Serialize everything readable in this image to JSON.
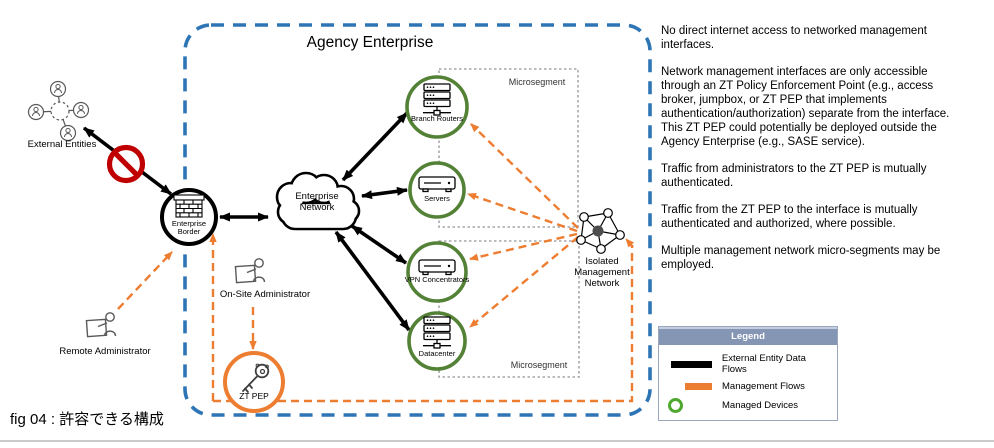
{
  "title": "Agency Enterprise",
  "caption": "fig 04 : 許容できる構成",
  "nodes": {
    "external_entities": "External Entities",
    "enterprise_border": "Enterprise Border",
    "enterprise_network": "Enterprise Network",
    "branch_routers": "Branch Routers",
    "servers": "Servers",
    "vpn_concentrators": "VPN Concentrators",
    "datacenter": "Datacenter",
    "isolated_management_network": "Isolated Management Network",
    "on_site_administrator": "On-Site Administrator",
    "remote_administrator": "Remote Administrator",
    "zt_pep": "ZT PEP",
    "microsegment_top": "Microsegment",
    "microsegment_bottom": "Microsegment"
  },
  "notes": [
    "No direct internet access to networked management interfaces.",
    "Network management interfaces are only accessible through an ZT Policy Enforcement Point (e.g., access broker, jumpbox, or ZT PEP that implements authentication/authorization) separate from the interface. This ZT PEP could potentially be deployed outside the Agency Enterprise (e.g., SASE service).",
    "Traffic from administrators to the ZT PEP is mutually authenticated.",
    "Traffic from the ZT PEP to the interface is mutually authenticated and authorized, where possible.",
    "Multiple management network micro-segments may be employed."
  ],
  "legend": {
    "title": "Legend",
    "items": [
      {
        "label": "External Entity Data Flows",
        "swatch": "black-line",
        "color": "#000000"
      },
      {
        "label": "Management Flows",
        "swatch": "orange-line",
        "color": "#ED7D31"
      },
      {
        "label": "Managed Devices",
        "swatch": "green-ring",
        "color": "#4EA72E"
      }
    ]
  },
  "icons": {
    "external_entities": "people-network-icon",
    "enterprise_border": "firewall-brick-icon",
    "enterprise_network": "cloud-icon",
    "branch_routers": "router-stack-icon",
    "servers": "server-appliance-icon",
    "vpn_concentrators": "vpn-appliance-icon",
    "datacenter": "server-stack-icon",
    "isolated_management_network": "mesh-network-icon",
    "administrators": "person-presenting-icon",
    "zt_pep": "key-icon",
    "blocked_flow": "no-entry-icon"
  },
  "colors": {
    "boundary_blue": "#2E75B6",
    "management_orange": "#ED7D31",
    "managed_green": "#538135",
    "prohibition_red": "#C00000",
    "legend_header": "#8496B4",
    "microsegment_gray": "#A6A6A6"
  }
}
